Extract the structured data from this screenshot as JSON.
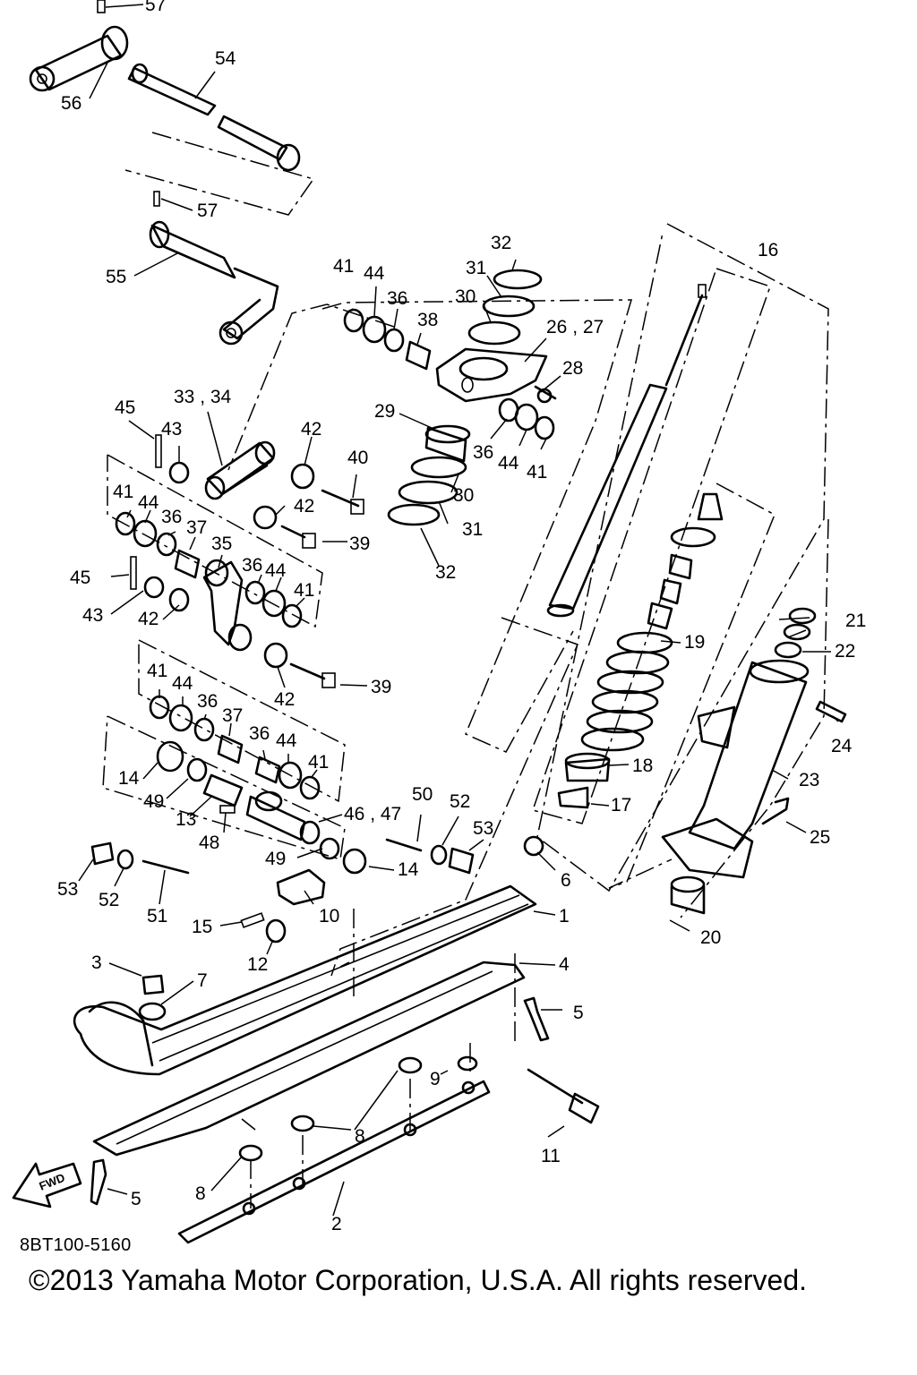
{
  "diagram_code": "8BT100-5160",
  "copyright": "©2013 Yamaha Motor Corporation, U.S.A. All rights reserved.",
  "fwd_arrow_text": "FWD",
  "callouts": {
    "c57a": "57",
    "c56": "56",
    "c54": "54",
    "c57b": "57",
    "c55": "55",
    "c41a": "41",
    "c44a": "44",
    "c36a": "36",
    "c38": "38",
    "c32a": "32",
    "c31a": "31",
    "c30a": "30",
    "c2627": "26 , 27",
    "c28": "28",
    "c16": "16",
    "c29": "29",
    "c36b": "36",
    "c44b": "44",
    "c41b": "41",
    "c45a": "45",
    "c3334": "33 , 34",
    "c43a": "43",
    "c42a": "42",
    "c40": "40",
    "c30b": "30",
    "c31b": "31",
    "c32b": "32",
    "c41c": "41",
    "c44c": "44",
    "c36c": "36",
    "c37a": "37",
    "c35": "35",
    "c42b": "42",
    "c39a": "39",
    "c45b": "45",
    "c43b": "43",
    "c42c": "42",
    "c36d": "36",
    "c44d": "44",
    "c41d": "41",
    "c21": "21",
    "c22": "22",
    "c19": "19",
    "c24": "24",
    "c41e": "41",
    "c44e": "44",
    "c36e": "36",
    "c37b": "37",
    "c42d": "42",
    "c39b": "39",
    "c36f": "36",
    "c44f": "44",
    "c41f": "41",
    "c18": "18",
    "c23": "23",
    "c14a": "14",
    "c49a": "49",
    "c13": "13",
    "c4647": "46 , 47",
    "c50": "50",
    "c52a": "52",
    "c53a": "53",
    "c17": "17",
    "c25": "25",
    "c48": "48",
    "c49b": "49",
    "c14b": "14",
    "c6": "6",
    "c53b": "53",
    "c52b": "52",
    "c51": "51",
    "c10": "10",
    "c1": "1",
    "c20": "20",
    "c15": "15",
    "c12": "12",
    "c3": "3",
    "c7": "7",
    "c4": "4",
    "c5a": "5",
    "c9": "9",
    "c8a": "8",
    "c11": "11",
    "c8b": "8",
    "c5b": "5",
    "c2": "2"
  }
}
